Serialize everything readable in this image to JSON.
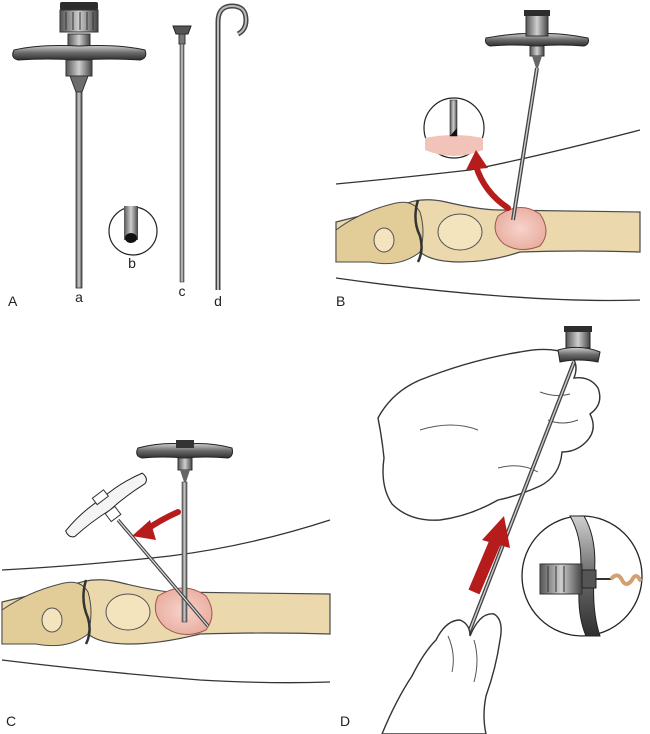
{
  "panels": [
    {
      "id": "A",
      "label": "A"
    },
    {
      "id": "B",
      "label": "B"
    },
    {
      "id": "C",
      "label": "C"
    },
    {
      "id": "D",
      "label": "D"
    }
  ],
  "instrument_labels": {
    "a": "a",
    "b": "b",
    "c": "c",
    "d": "d"
  },
  "colors": {
    "bone_fill": "#ebd9ad",
    "bone_outline": "#4a4a4a",
    "tissue_fill": "#f2c3b8",
    "arrow_red": "#b71c1c",
    "metal_dark": "#3a3a3a",
    "metal_mid": "#8a8a8a",
    "glove_fill": "#ffffff"
  }
}
